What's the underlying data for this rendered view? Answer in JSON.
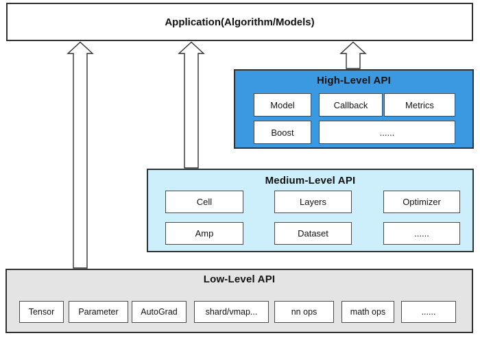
{
  "diagram": {
    "application": {
      "title": "Application(Algorithm/Models)"
    },
    "high_level": {
      "title": "High-Level API",
      "row1": [
        "Model",
        "Callback",
        "Metrics"
      ],
      "row2": [
        "Boost",
        "......"
      ]
    },
    "medium_level": {
      "title": "Medium-Level API",
      "row1": [
        "Cell",
        "Layers",
        "Optimizer"
      ],
      "row2": [
        "Amp",
        "Dataset",
        "......"
      ]
    },
    "low_level": {
      "title": "Low-Level API",
      "items": [
        "Tensor",
        "Parameter",
        "AutoGrad",
        "shard/vmap...",
        "nn ops",
        "math ops",
        "......"
      ]
    },
    "colors": {
      "high_level_bg": "#3A99E0",
      "medium_level_bg": "#CDEEFB",
      "low_level_bg": "#E4E4E4",
      "box_border": "#303030",
      "inner_border": "#4A4A4A",
      "text": "#111111"
    }
  }
}
